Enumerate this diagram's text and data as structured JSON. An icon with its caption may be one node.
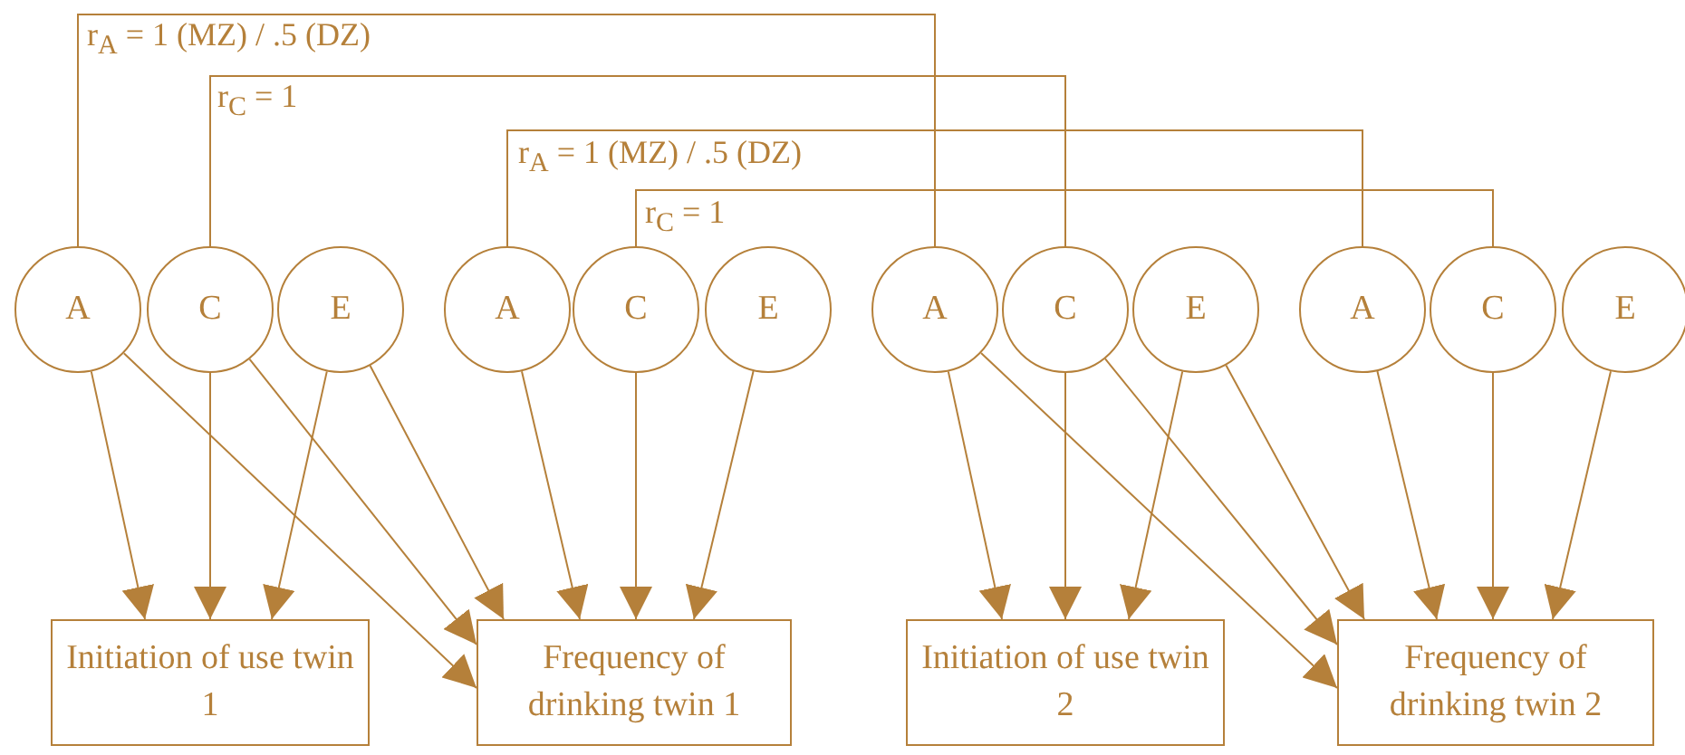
{
  "diagram": {
    "nodes": [
      {
        "text": [
          "A"
        ]
      },
      {
        "text": [
          "C"
        ]
      },
      {
        "text": [
          "E"
        ]
      },
      {
        "text": [
          "A"
        ]
      },
      {
        "text": [
          "C"
        ]
      },
      {
        "text": [
          "E"
        ]
      },
      {
        "text": [
          "A"
        ]
      },
      {
        "text": [
          "C"
        ]
      },
      {
        "text": [
          "E"
        ]
      },
      {
        "text": [
          "A"
        ]
      },
      {
        "text": [
          "C"
        ]
      },
      {
        "text": [
          "E"
        ]
      },
      {
        "text": [
          "Initiation of use twin 1"
        ]
      },
      {
        "text": [
          "Frequency of drinking twin 1"
        ]
      },
      {
        "text": [
          "Initiation of use twin 2"
        ]
      },
      {
        "text": [
          "Frequency of drinking twin 2"
        ]
      }
    ],
    "edges": [
      {
        "from": 0,
        "to": 6,
        "arrow": "none",
        "label": "r$_{A}$ = 1 (MZ) / .5 (DZ)"
      },
      {
        "from": 1,
        "to": 7,
        "arrow": "none",
        "label": "r$_{C}$ = 1"
      },
      {
        "from": 3,
        "to": 9,
        "arrow": "none",
        "label": "r$_{A}$ = 1 (MZ) / .5 (DZ)"
      },
      {
        "from": 4,
        "to": 10,
        "arrow": "none",
        "label": "r$_{C}$ = 1"
      },
      {
        "from": 0,
        "to": 12,
        "arrow": "to"
      },
      {
        "from": 0,
        "to": 13,
        "arrow": "to"
      },
      {
        "from": 1,
        "to": 12,
        "arrow": "to"
      },
      {
        "from": 1,
        "to": 13,
        "arrow": "to"
      },
      {
        "from": 2,
        "to": 12,
        "arrow": "to"
      },
      {
        "from": 2,
        "to": 13,
        "arrow": "to"
      },
      {
        "from": 3,
        "to": 13,
        "arrow": "to"
      },
      {
        "from": 4,
        "to": 13,
        "arrow": "to"
      },
      {
        "from": 5,
        "to": 13,
        "arrow": "to"
      },
      {
        "from": 6,
        "to": 14,
        "arrow": "to"
      },
      {
        "from": 6,
        "to": 15,
        "arrow": "to"
      },
      {
        "from": 7,
        "to": 14,
        "arrow": "to"
      },
      {
        "from": 7,
        "to": 15,
        "arrow": "to"
      },
      {
        "from": 8,
        "to": 14,
        "arrow": "to"
      },
      {
        "from": 8,
        "to": 15,
        "arrow": "to"
      },
      {
        "from": 9,
        "to": 15,
        "arrow": "to"
      },
      {
        "from": 10,
        "to": 15,
        "arrow": "to"
      },
      {
        "from": 11,
        "to": 15,
        "arrow": "to"
      }
    ]
  }
}
